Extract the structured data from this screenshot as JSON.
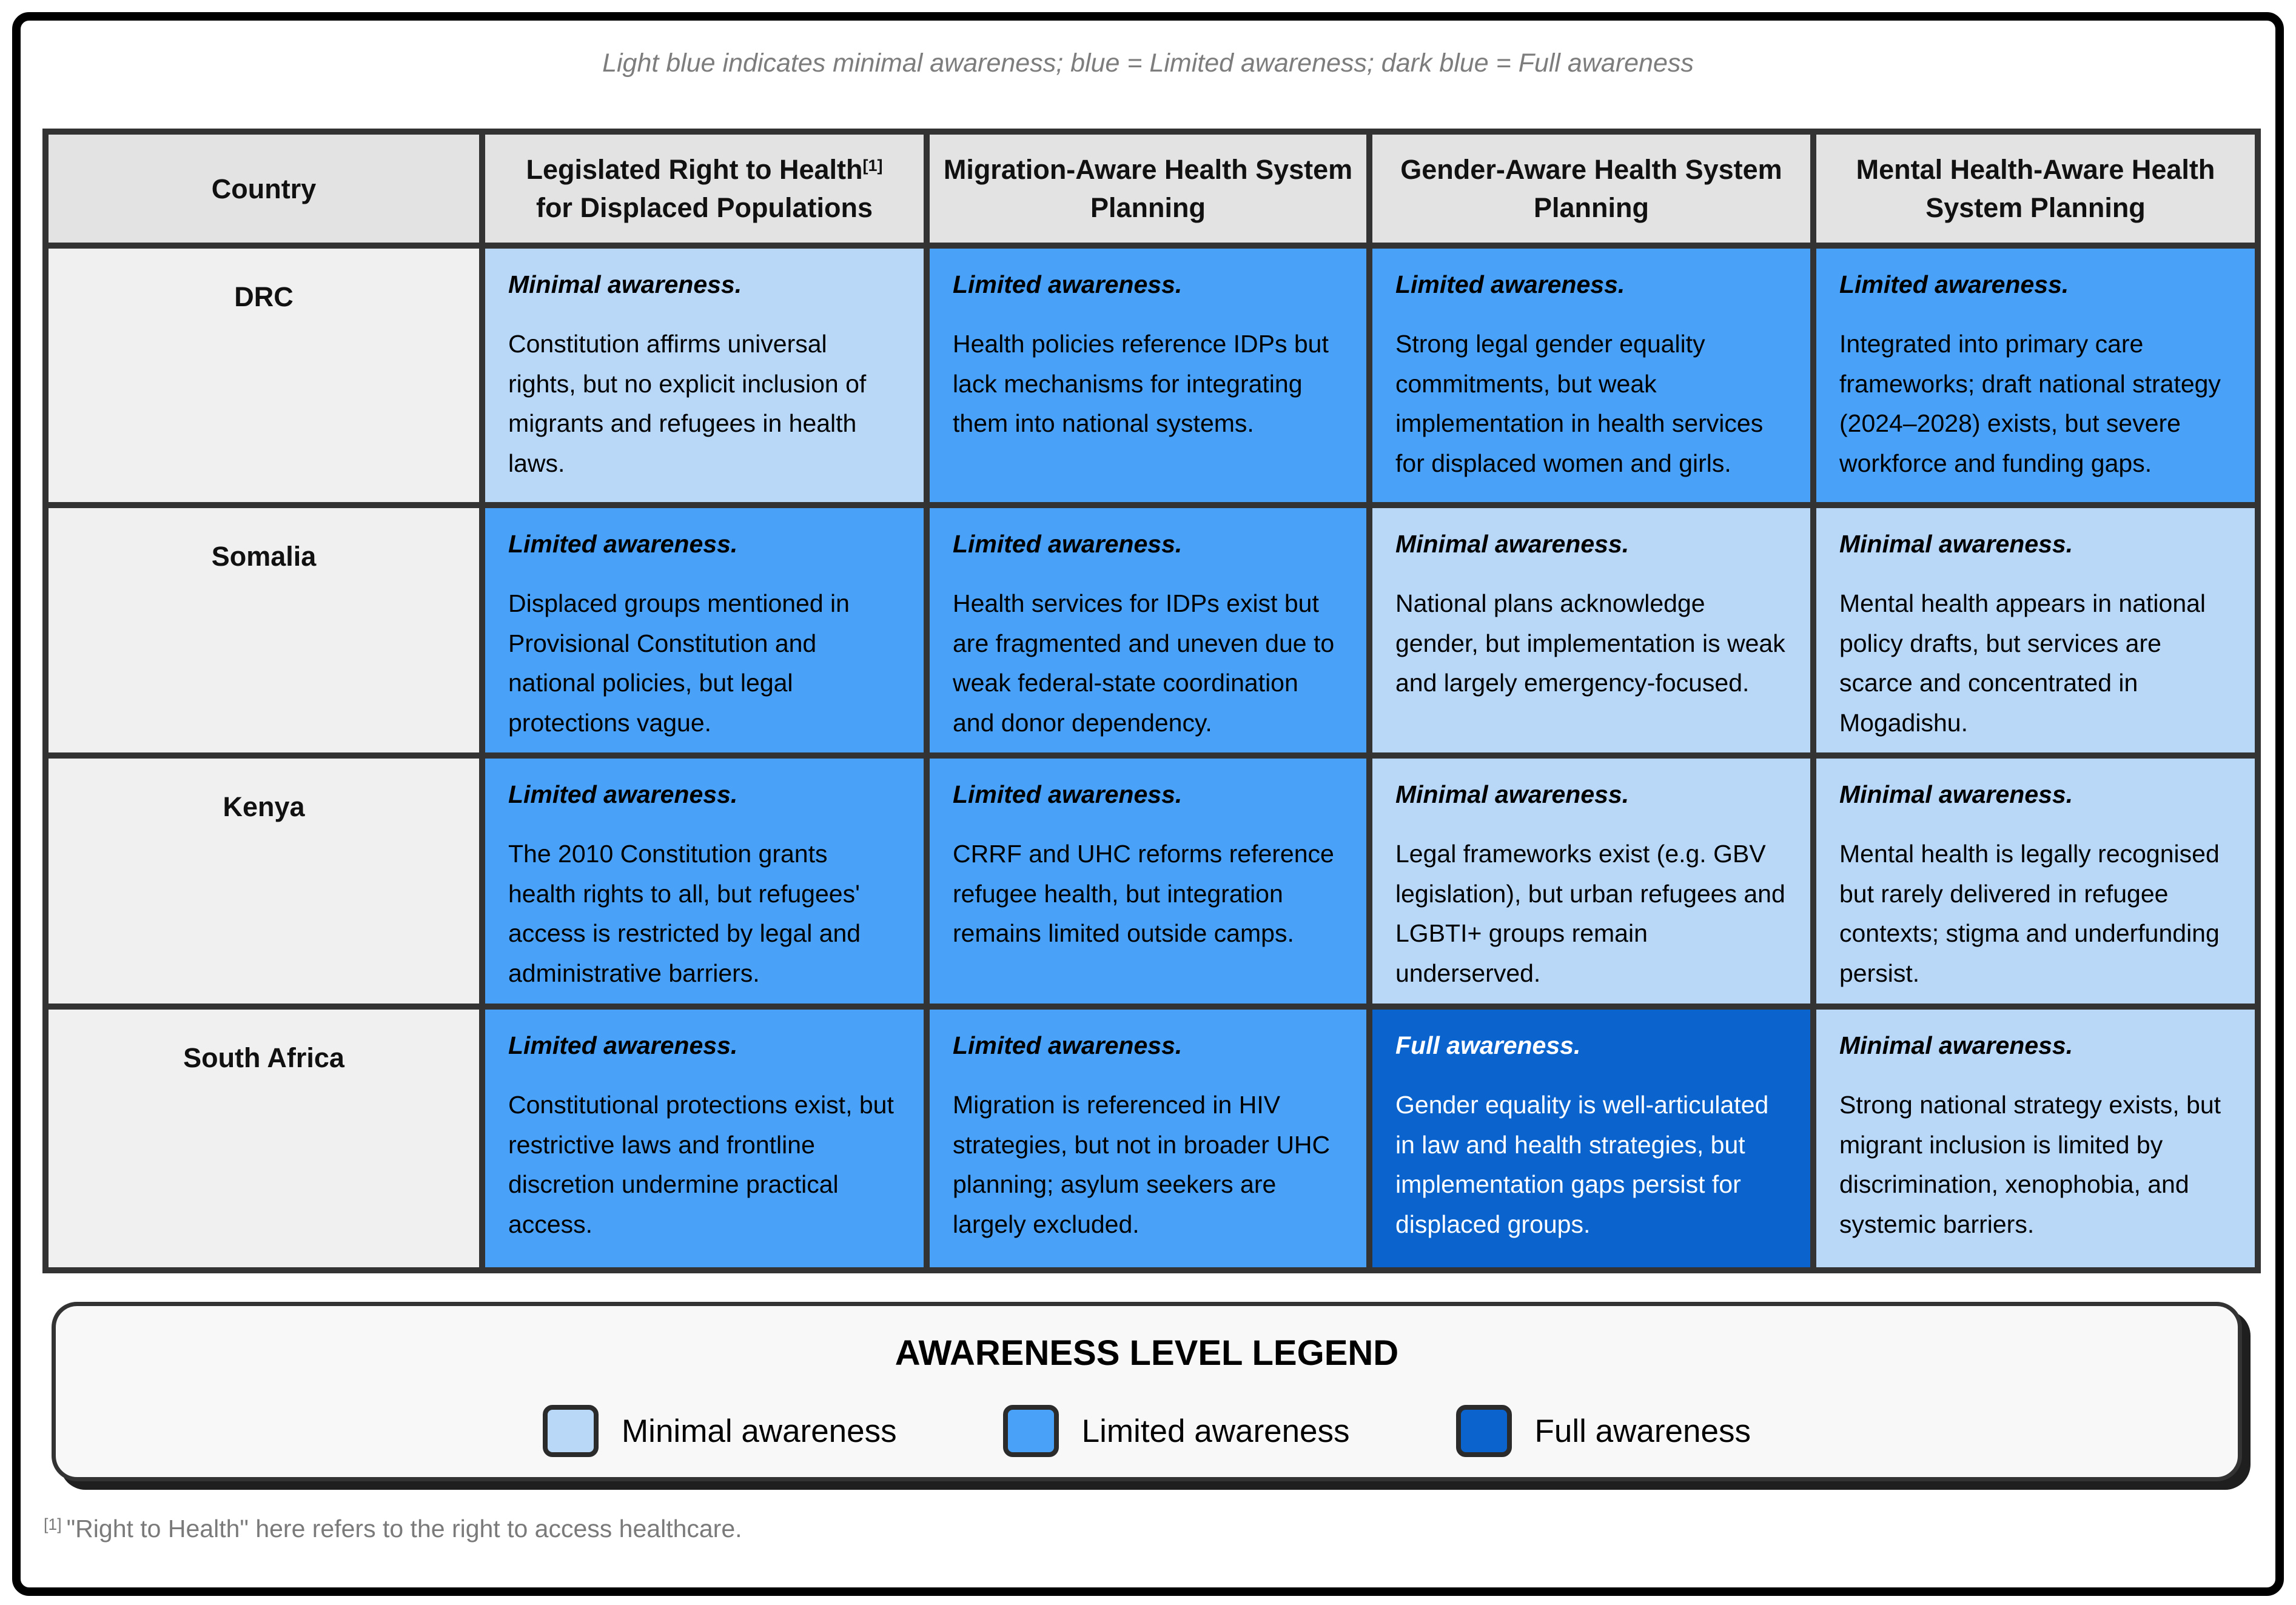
{
  "caption": "Light blue indicates minimal awareness; blue = Limited awareness; dark blue = Full awareness",
  "colors": {
    "minimal": "#b9d8f8",
    "limited": "#4aa2f8",
    "full": "#0b63cd",
    "border": "#333333",
    "header_bg": "#e3e3e3",
    "country_bg": "#f0f0f0",
    "legend_bg": "#f8f8f8"
  },
  "chart_data": {
    "type": "table",
    "legend_position": "bottom",
    "levels_scale": [
      "minimal",
      "limited",
      "full"
    ],
    "columns": [
      {
        "label": "Country"
      },
      {
        "label": "Legislated Right to Health",
        "sup": "[1]",
        "label2": "for Displaced Populations"
      },
      {
        "label": "Migration-Aware Health System Planning"
      },
      {
        "label": "Gender-Aware Health System Planning"
      },
      {
        "label": "Mental Health-Aware Health System Planning"
      }
    ],
    "rows": [
      {
        "country": "DRC",
        "cells": [
          {
            "level": "minimal",
            "status": "Minimal awareness.",
            "desc": "Constitution affirms universal rights, but no explicit inclusion of migrants and refugees in health laws."
          },
          {
            "level": "limited",
            "status": "Limited awareness.",
            "desc": "Health policies reference IDPs but lack mechanisms for integrating them into national systems."
          },
          {
            "level": "limited",
            "status": "Limited awareness.",
            "desc": "Strong legal gender equality commitments, but weak implementation in health services for displaced women and girls."
          },
          {
            "level": "limited",
            "status": "Limited awareness.",
            "desc": "Integrated into primary care frameworks; draft national strategy (2024–2028) exists, but severe workforce and funding gaps."
          }
        ]
      },
      {
        "country": "Somalia",
        "cells": [
          {
            "level": "limited",
            "status": "Limited awareness.",
            "desc": "Displaced groups mentioned in Provisional Constitution and national policies, but legal protections vague."
          },
          {
            "level": "limited",
            "status": "Limited awareness.",
            "desc": "Health services for IDPs exist but are fragmented and uneven due to weak federal-state coordination and donor dependency."
          },
          {
            "level": "minimal",
            "status": "Minimal awareness.",
            "desc": "National plans acknowledge gender, but implementation is weak and largely emergency-focused."
          },
          {
            "level": "minimal",
            "status": "Minimal awareness.",
            "desc": "Mental health appears in national policy drafts, but services are scarce and concentrated in Mogadishu."
          }
        ]
      },
      {
        "country": "Kenya",
        "cells": [
          {
            "level": "limited",
            "status": "Limited awareness.",
            "desc": "The 2010 Constitution grants health rights to all, but refugees' access is restricted by legal and administrative barriers."
          },
          {
            "level": "limited",
            "status": "Limited awareness.",
            "desc": "CRRF and UHC reforms reference refugee health, but integration remains limited outside camps."
          },
          {
            "level": "minimal",
            "status": "Minimal awareness.",
            "desc": "Legal frameworks exist (e.g. GBV legislation), but urban refugees and LGBTI+ groups remain underserved."
          },
          {
            "level": "minimal",
            "status": "Minimal awareness.",
            "desc": "Mental health is legally recognised but rarely delivered in refugee contexts; stigma and underfunding persist."
          }
        ]
      },
      {
        "country": "South Africa",
        "cells": [
          {
            "level": "limited",
            "status": "Limited awareness.",
            "desc": "Constitutional protections exist, but restrictive laws and frontline discretion undermine practical access."
          },
          {
            "level": "limited",
            "status": "Limited awareness.",
            "desc": "Migration is referenced in HIV strategies, but not in broader UHC planning; asylum seekers are largely excluded."
          },
          {
            "level": "full",
            "status": "Full awareness.",
            "desc": "Gender equality is well-articulated in law and health strategies, but implementation gaps persist for displaced groups."
          },
          {
            "level": "minimal",
            "status": "Minimal awareness.",
            "desc": "Strong national strategy exists, but migrant inclusion is limited by discrimination, xenophobia, and systemic barriers."
          }
        ]
      }
    ]
  },
  "legend": {
    "title": "AWARENESS LEVEL LEGEND",
    "items": [
      {
        "level": "minimal",
        "label": "Minimal awareness"
      },
      {
        "level": "limited",
        "label": "Limited awareness"
      },
      {
        "level": "full",
        "label": "Full awareness"
      }
    ]
  },
  "footnote": {
    "marker": "[1]",
    "text": "\"Right to Health\" here refers to the right to access healthcare."
  }
}
